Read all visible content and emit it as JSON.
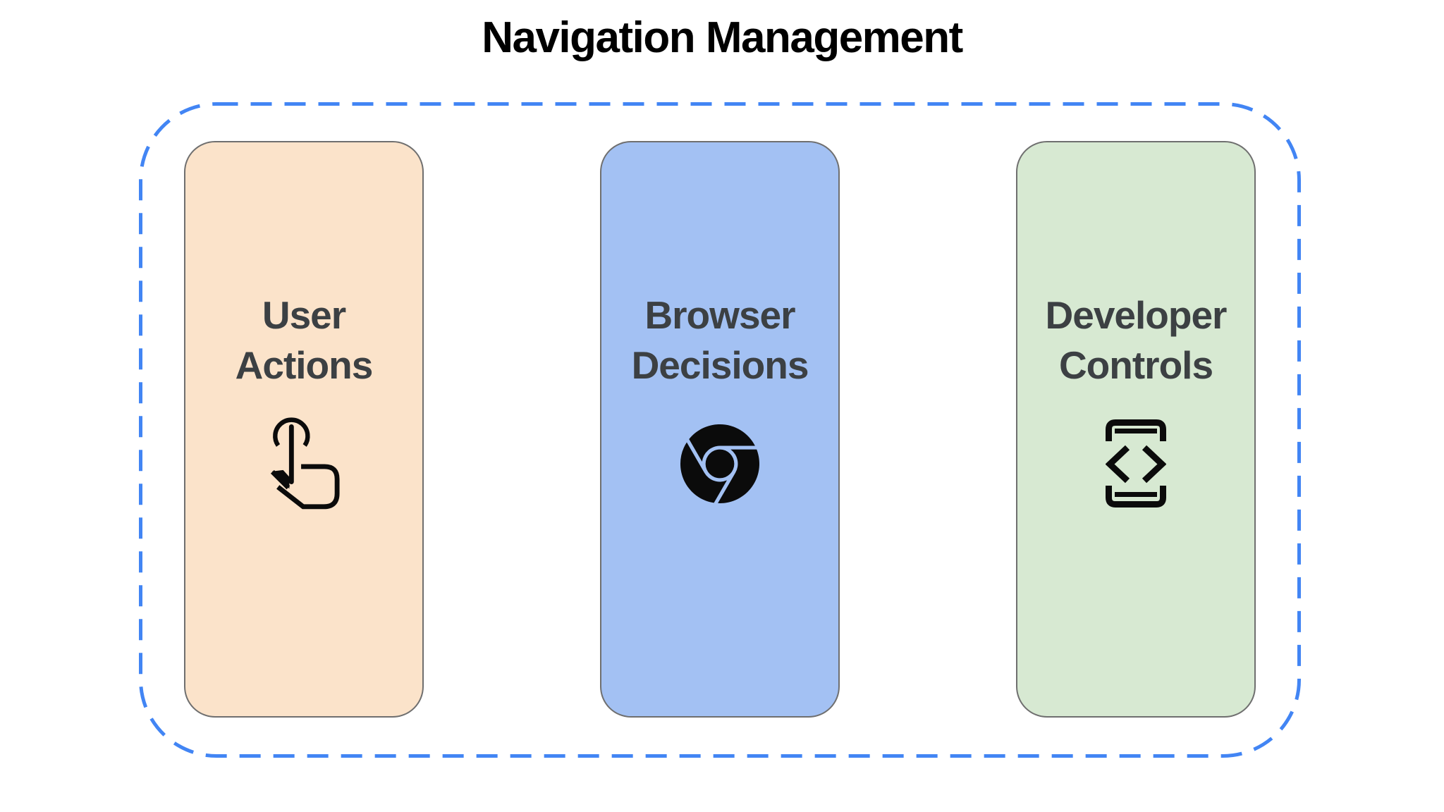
{
  "title": "Navigation Management",
  "colors": {
    "background": "#ffffff",
    "dashed_border": "#4285F4",
    "card_border": "#6f6f6f",
    "title_text": "#000000",
    "label_text": "#3C4043",
    "icon_color": "#0b0b0b"
  },
  "cards": [
    {
      "id": "user-actions",
      "label": "User\nActions",
      "icon": "touch-gesture-icon",
      "bg": "#FBE3CA"
    },
    {
      "id": "browser-decisions",
      "label": "Browser\nDecisions",
      "icon": "chrome-icon",
      "bg": "#A3C1F3"
    },
    {
      "id": "developer-controls",
      "label": "Developer\nControls",
      "icon": "developer-mode-icon",
      "bg": "#D7E9D2"
    }
  ]
}
